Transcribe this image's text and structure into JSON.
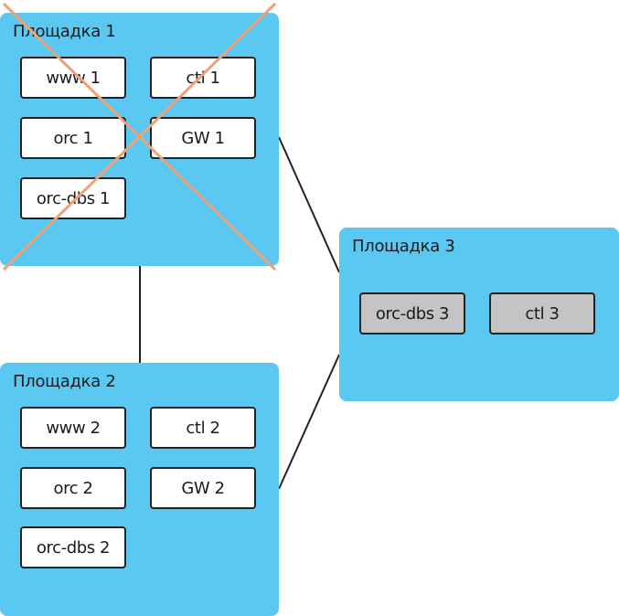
{
  "colors": {
    "site_fill": "#5bc8f2",
    "node_fill": "#ffffff",
    "node_gray_fill": "#c4c4c4",
    "node_border": "#222222",
    "connector": "#222222",
    "failure_cross": "#f0a077"
  },
  "sites": [
    {
      "title": "Площадка 1",
      "status": "failed",
      "nodes": [
        {
          "label": "www 1"
        },
        {
          "label": "ctl 1"
        },
        {
          "label": "orc 1"
        },
        {
          "label": "GW 1"
        },
        {
          "label": "orc-dbs 1"
        }
      ]
    },
    {
      "title": "Площадка 2",
      "nodes": [
        {
          "label": "www 2"
        },
        {
          "label": "ctl 2"
        },
        {
          "label": "orc 2"
        },
        {
          "label": "GW 2"
        },
        {
          "label": "orc-dbs 2"
        }
      ]
    },
    {
      "title": "Площадка 3",
      "nodes": [
        {
          "label": "orc-dbs 3"
        },
        {
          "label": "ctl 3"
        }
      ]
    }
  ],
  "connections": [
    {
      "from": "Площадка 1",
      "to": "Площадка 2"
    },
    {
      "from": "Площадка 1",
      "to": "Площадка 3"
    },
    {
      "from": "Площадка 2",
      "to": "Площадка 3"
    }
  ]
}
